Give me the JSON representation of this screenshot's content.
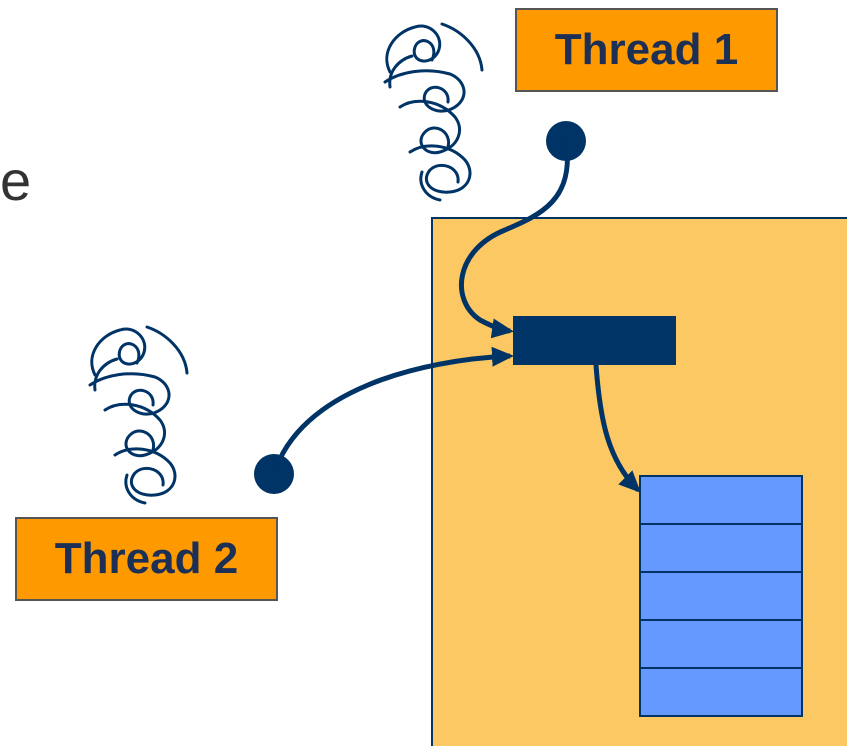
{
  "slide_text_fragment": "e",
  "thread1": {
    "label": "Thread 1"
  },
  "thread2": {
    "label": "Thread 2"
  },
  "colors": {
    "memory_region": "#fcc864",
    "pointer_block": "#003366",
    "stack_cells": "#6699ff",
    "label_fill": "#ff9900",
    "label_text": "#1c2f55",
    "arrow": "#003366"
  },
  "icons": [
    "thread-scribble-icon",
    "thread-scribble-icon"
  ],
  "stack": {
    "cell_count": 5
  }
}
